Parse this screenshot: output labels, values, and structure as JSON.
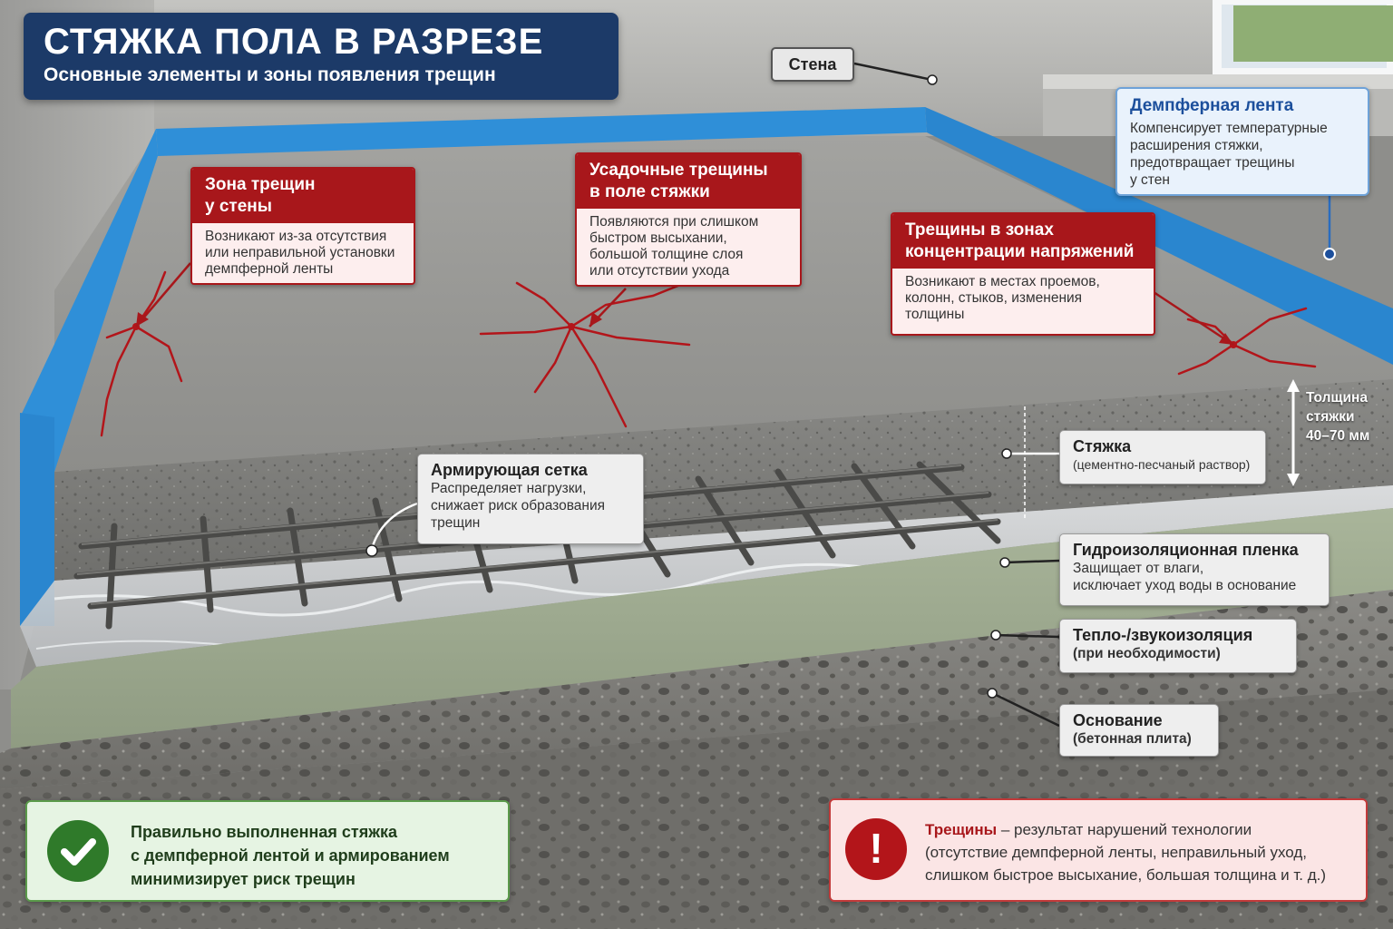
{
  "title": {
    "main": "СТЯЖКА ПОЛА В РАЗРЕЗЕ",
    "subtitle": "Основные элементы и зоны появления трещин"
  },
  "labels": {
    "wall": "Стена",
    "thickness": [
      "Толщина",
      "стяжки",
      "40–70 мм"
    ]
  },
  "callouts": {
    "wall_cracks": {
      "title": [
        "Зона трещин",
        "у стены"
      ],
      "body": [
        "Возникают из-за отсутствия",
        "или неправильной установки",
        "демпферной ленты"
      ]
    },
    "shrinkage_cracks": {
      "title": [
        "Усадочные трещины",
        "в поле стяжки"
      ],
      "body": [
        "Появляются при слишком",
        "быстром высыхании,",
        "большой толщине слоя",
        "или отсутствии ухода"
      ]
    },
    "stress_cracks": {
      "title": [
        "Трещины в зонах",
        "концентрации напряжений"
      ],
      "body": [
        "Возникают в местах проемов,",
        "колонн, стыков, изменения",
        "толщины"
      ]
    },
    "damper_tape": {
      "title": "Демпферная лента",
      "body": [
        "Компенсирует температурные",
        "расширения стяжки,",
        "предотвращает трещины",
        "у стен"
      ]
    },
    "mesh": {
      "title": "Армирующая сетка",
      "body": [
        "Распределяет нагрузки,",
        "снижает риск образования",
        "трещин"
      ]
    }
  },
  "layers": {
    "screed": {
      "title": "Стяжка",
      "note": "(цементно-песчаный раствор)"
    },
    "membrane": {
      "title": "Гидроизоляционная пленка",
      "body": [
        "Защищает от влаги,",
        "исключает уход воды в основание"
      ]
    },
    "insulation": {
      "title": "Тепло-/звукоизоляция",
      "note": "(при необходимости)"
    },
    "base": {
      "title": "Основание",
      "note": "(бетонная плита)"
    }
  },
  "footer": {
    "good": [
      "Правильно выполненная стяжка",
      "с демпферной лентой и армированием",
      "минимизирует риск трещин"
    ],
    "bad_strong": "Трещины",
    "bad_rest": " – результат нарушений технологии",
    "bad_lines": [
      "(отсутствие демпферной ленты, неправильный уход,",
      "слишком быстрое высыхание, большая толщина и т. д.)"
    ],
    "warn_symbol": "!"
  },
  "colors": {
    "accent_red": "#a8171b",
    "accent_blue": "#1c4f9c",
    "title_bg": "#1c3a68",
    "damper_tape": "#2f8fd8",
    "good_green": "#2f7a2a"
  }
}
